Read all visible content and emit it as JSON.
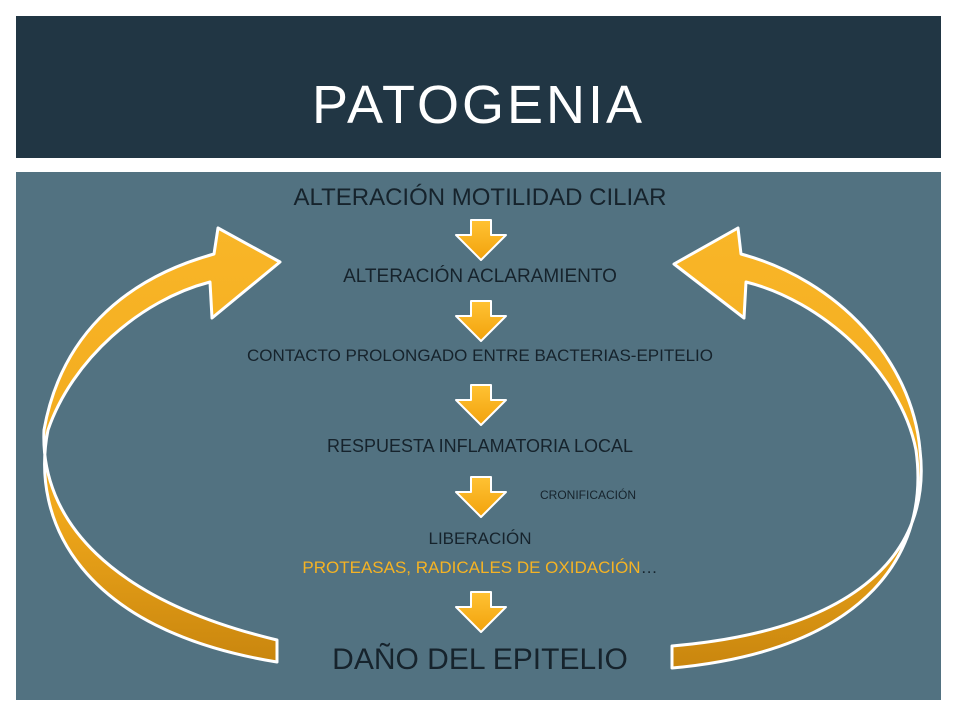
{
  "slide": {
    "title": "PATOGENIA",
    "steps": [
      "ALTERACIÓN MOTILIDAD CILIAR",
      "ALTERACIÓN ACLARAMIENTO",
      "CONTACTO PROLONGADO ENTRE BACTERIAS-EPITELIO",
      "RESPUESTA INFLAMATORIA LOCAL",
      "LIBERACIÓN"
    ],
    "release_detail": "PROTEASAS, RADICALES DE OXIDACIÓN",
    "release_ellipsis": "…",
    "side_label": "CRONIFICACIÓN",
    "final_step": "DAÑO DEL EPITELIO"
  },
  "colors": {
    "header": "#213644",
    "panel": "#527281",
    "accent": "#f5b324",
    "text_dark": "#16232c"
  },
  "icons": [
    "down-arrow-icon",
    "curved-loop-arrow-icon"
  ]
}
